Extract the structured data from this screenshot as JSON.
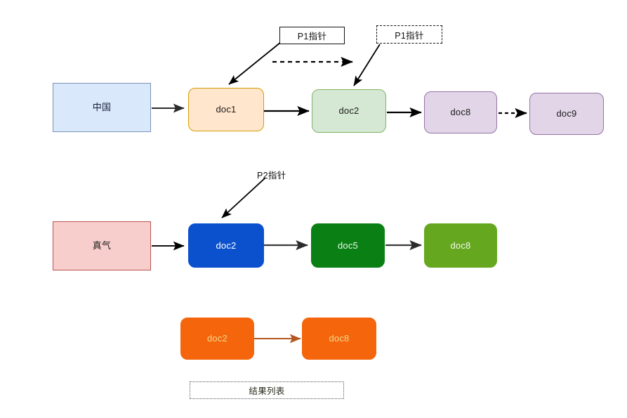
{
  "diagram": {
    "title_present": false,
    "colors": {
      "row1_source_fill": "#dae8fc",
      "row1_doc1_fill": "#ffe6cc",
      "row1_doc2_fill": "#d5e8d4",
      "row1_purple_fill": "#e1d5e7",
      "row2_source_fill": "#f8cecc",
      "row2_doc2_fill": "#0b51ce",
      "row2_doc5_fill": "#0a8014",
      "row2_doc8_fill": "#65a81f",
      "row3_fill": "#f4650c",
      "edge_color": "#333333",
      "row3_edge_color": "#b5561f"
    },
    "rows": {
      "row1": {
        "source_label": "中国",
        "nodes": [
          {
            "label": "doc1"
          },
          {
            "label": "doc2"
          },
          {
            "label": "doc8"
          },
          {
            "label": "doc9"
          }
        ]
      },
      "row2": {
        "source_label": "真气",
        "nodes": [
          {
            "label": "doc2"
          },
          {
            "label": "doc5"
          },
          {
            "label": "doc8"
          }
        ]
      },
      "row3": {
        "nodes": [
          {
            "label": "doc2"
          },
          {
            "label": "doc8"
          }
        ],
        "caption": "结果列表"
      }
    },
    "annotations": {
      "p1_pointer_solid": "P1指针",
      "p1_pointer_dashed": "P1指针",
      "p2_pointer": "P2指针"
    }
  }
}
